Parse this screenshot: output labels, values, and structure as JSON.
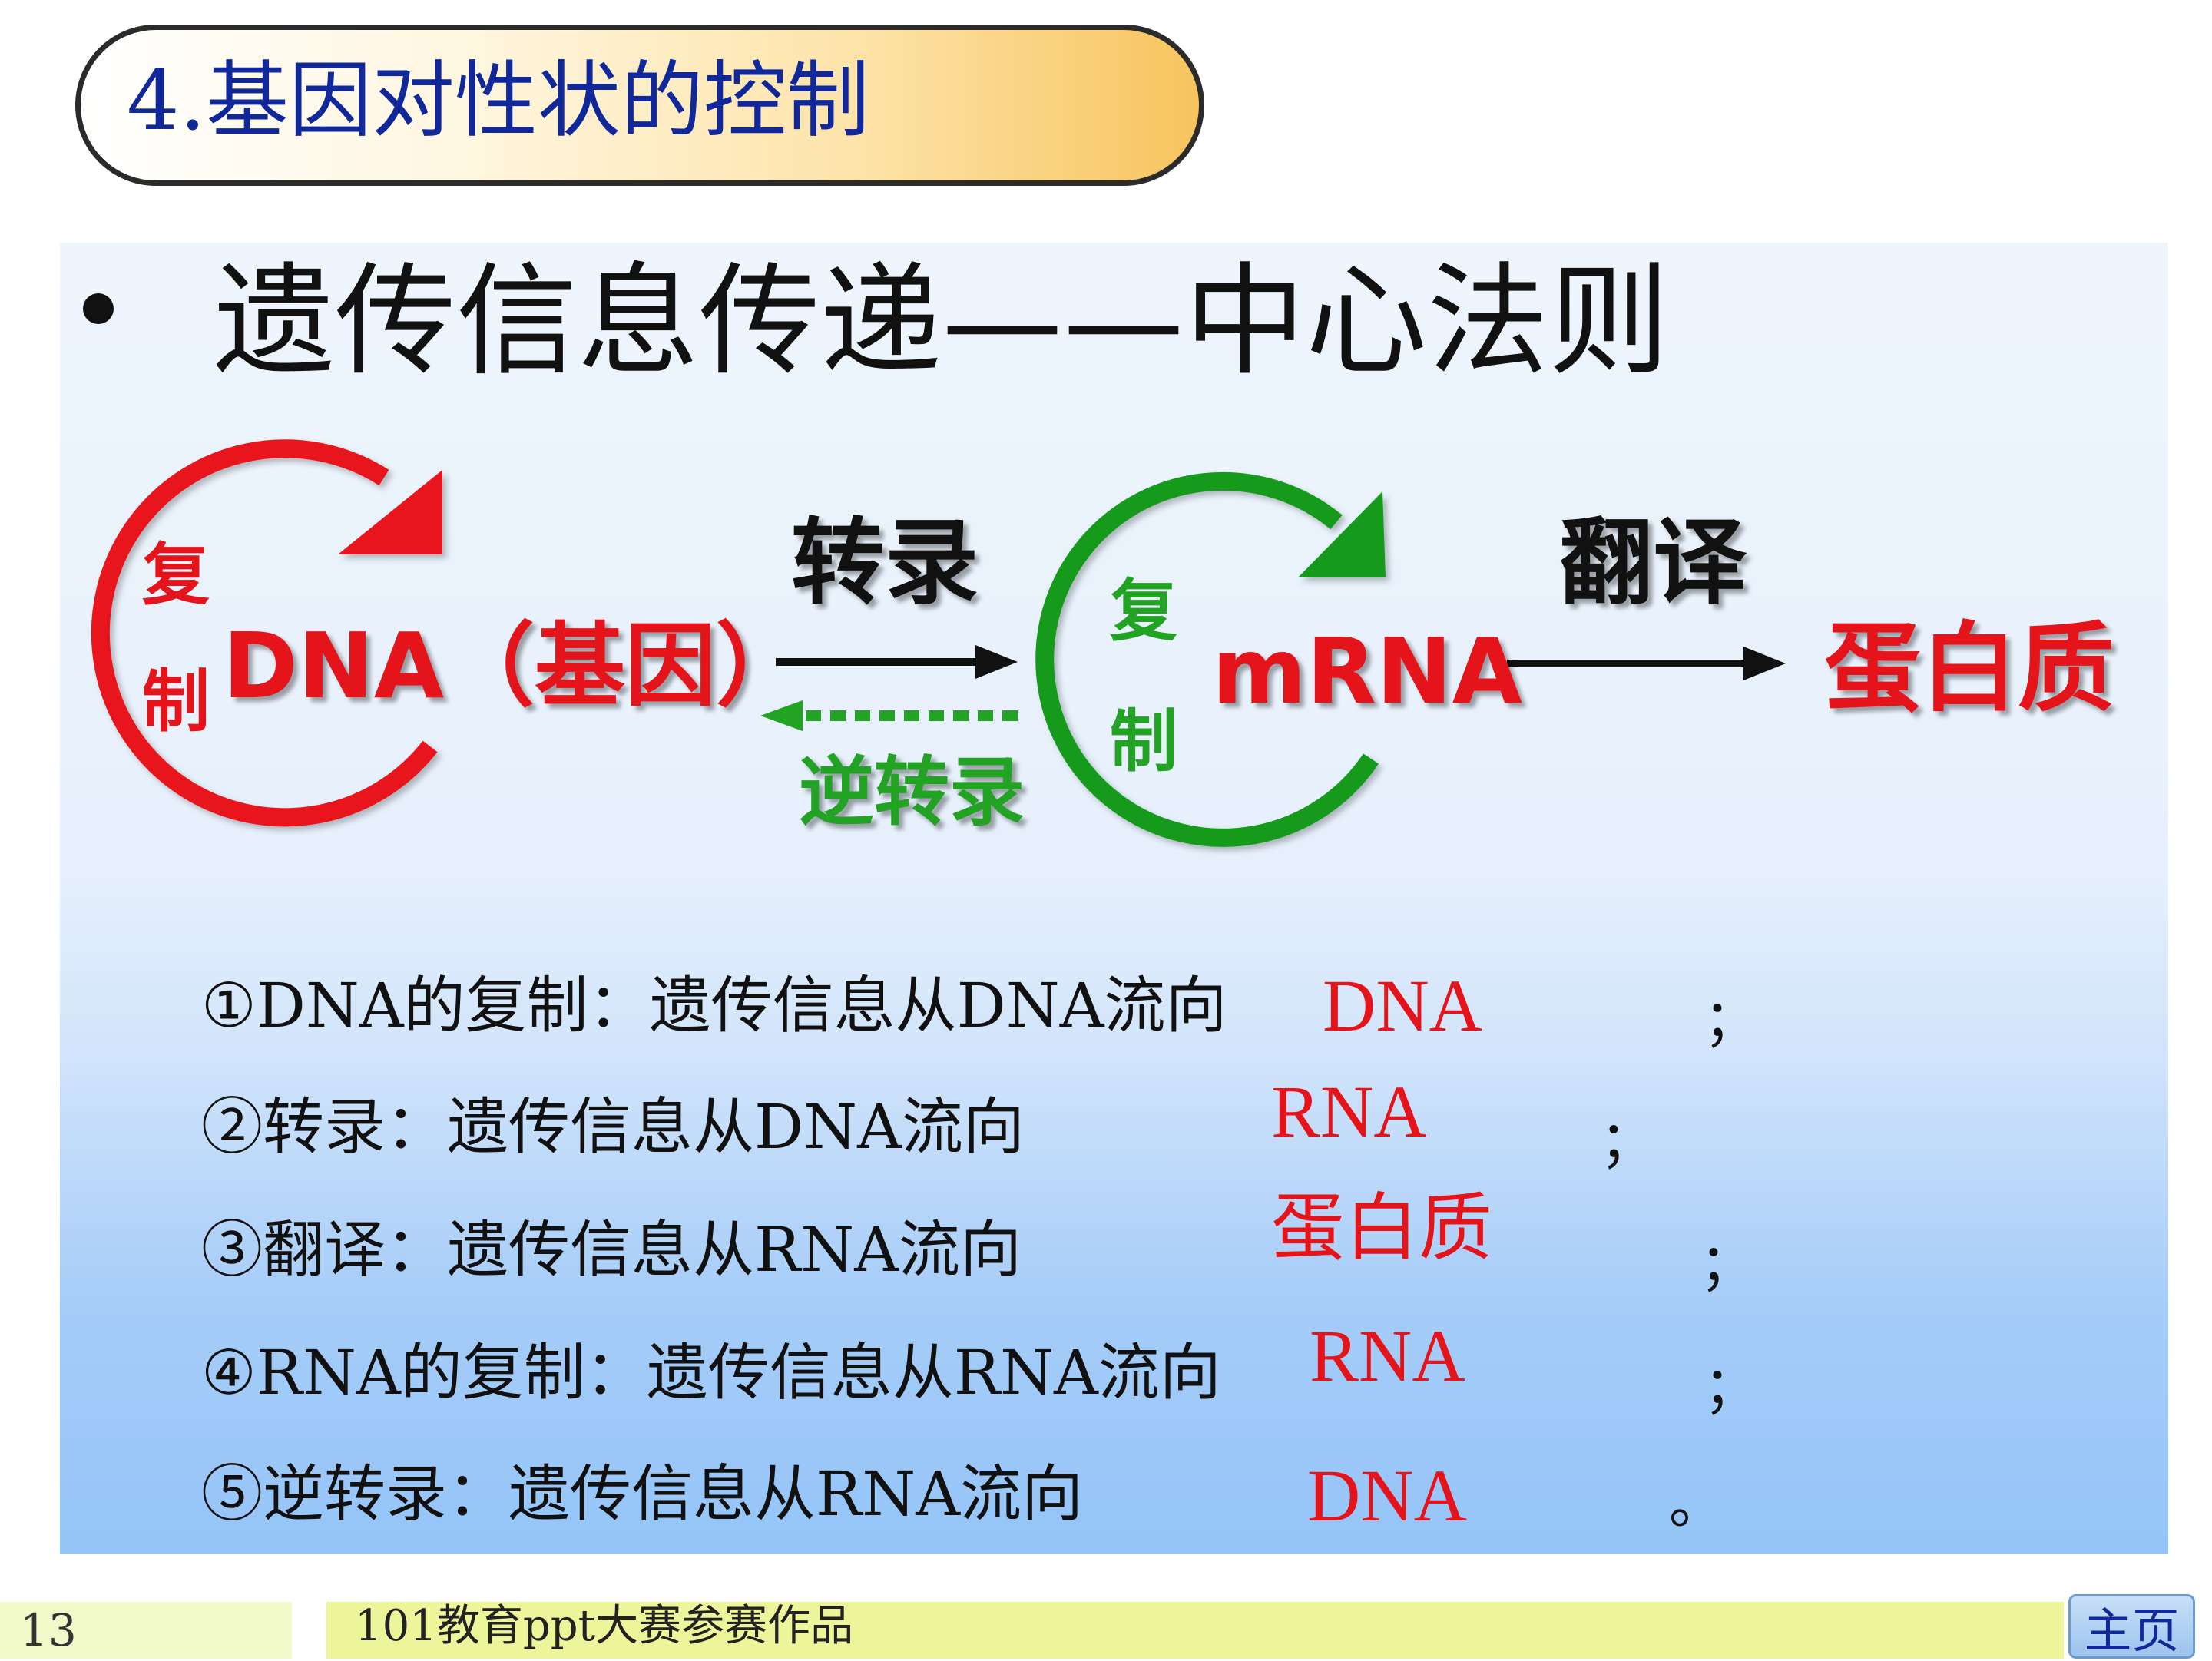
{
  "title": "4.基因对性状的控制",
  "heading": "遗传信息传递——中心法则",
  "diagram": {
    "dna_label": "DNA（基因）",
    "mrna_label": "mRNA",
    "protein_label": "蛋白质",
    "transcription": "转录",
    "translation": "翻译",
    "reverse_transcription": "逆转录",
    "dna_replication": [
      "复",
      "制"
    ],
    "rna_replication": [
      "复",
      "制"
    ],
    "colors": {
      "red": "#e5141a",
      "green": "#22a324",
      "black": "#111111"
    }
  },
  "statements": [
    {
      "text": "①DNA的复制：遗传信息从DNA流向",
      "answer": "DNA",
      "end": "；"
    },
    {
      "text": "②转录：遗传信息从DNA流向",
      "answer": "RNA",
      "end": "；"
    },
    {
      "text": "③翻译：遗传信息从RNA流向",
      "answer": "蛋白质",
      "end": "；"
    },
    {
      "text": "④RNA的复制：遗传信息从RNA流向",
      "answer": "RNA",
      "end": "；"
    },
    {
      "text": "⑤逆转录：遗传信息从RNA流向",
      "answer": "DNA",
      "end": "。"
    }
  ],
  "footer": {
    "page_number": "13",
    "caption": "101教育ppt大赛参赛作品",
    "home_label": "主页"
  }
}
